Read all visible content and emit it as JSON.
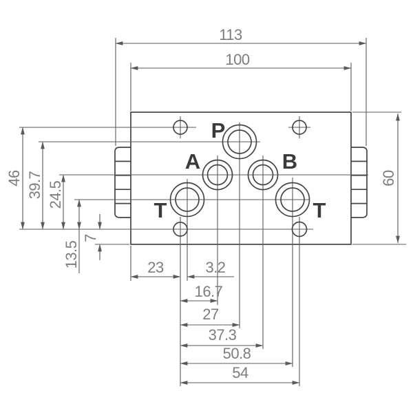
{
  "drawing": {
    "title": "valve-mounting-interface-dimensional-drawing",
    "ports": {
      "p": "P",
      "a": "A",
      "b": "B",
      "t_left": "T",
      "t_right": "T"
    },
    "dims": {
      "overall_width": "113",
      "bolt_width": "100",
      "height": "60",
      "v46": "46",
      "v39_7": "39.7",
      "v24_5": "24.5",
      "v13_5": "13.5",
      "v7": "7",
      "h23": "23",
      "h3_2": "3.2",
      "h16_7": "16.7",
      "h27": "27",
      "h37_3": "37.3",
      "h50_8": "50.8",
      "h54": "54"
    },
    "colors": {
      "background": "#ffffff",
      "object_line": "#454545",
      "dimension_line": "#5a5a5a",
      "dimension_text": "#7d7d7d",
      "port_label": "#3a3a3a"
    }
  }
}
